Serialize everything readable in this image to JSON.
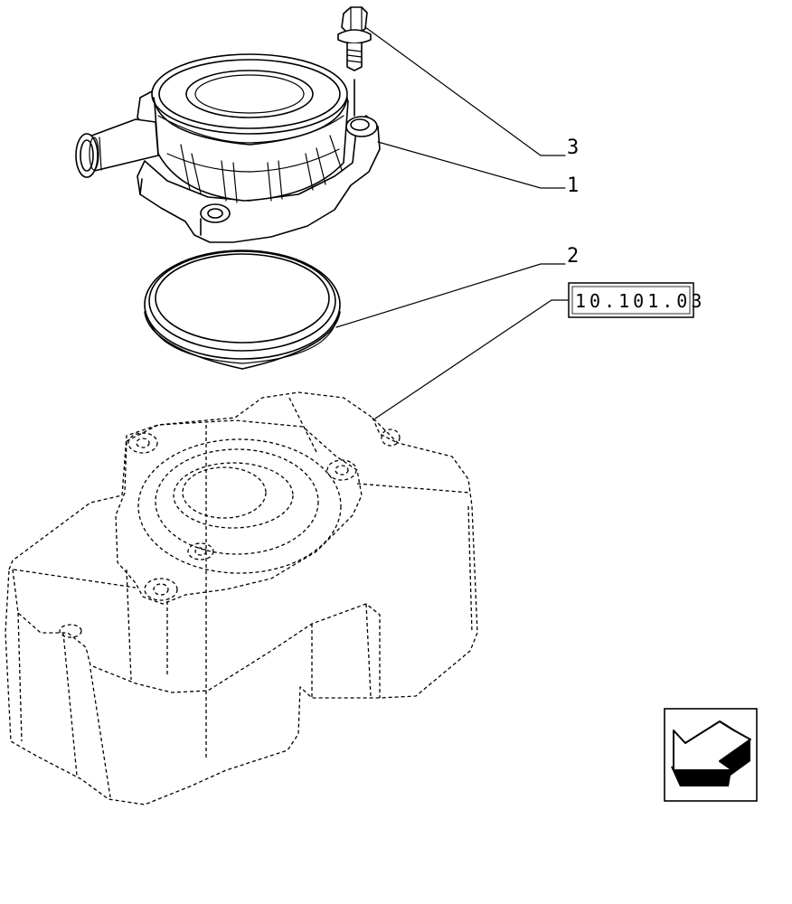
{
  "callouts": {
    "part_3": "3",
    "part_1": "1",
    "part_2": "2"
  },
  "reference": {
    "code": "10.101.03"
  },
  "nav": {
    "icon": "previous-page-arrow-icon"
  }
}
